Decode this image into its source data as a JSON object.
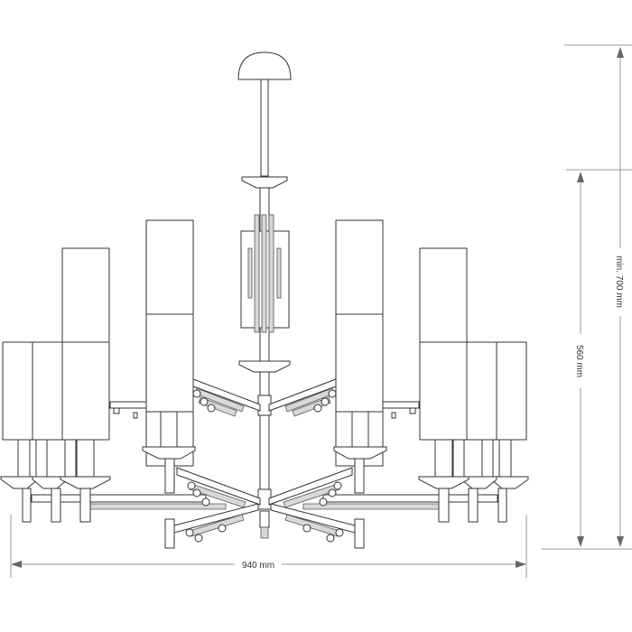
{
  "drawing": {
    "subject": "chandelier-front-view",
    "dimensions": {
      "width_label": "940 mm",
      "height_label": "560 mm",
      "min_height_label": "min. 700 mm"
    },
    "colors": {
      "line": "#333333",
      "dimension": "#999999",
      "rod_fill": "#d8d8d8"
    }
  }
}
